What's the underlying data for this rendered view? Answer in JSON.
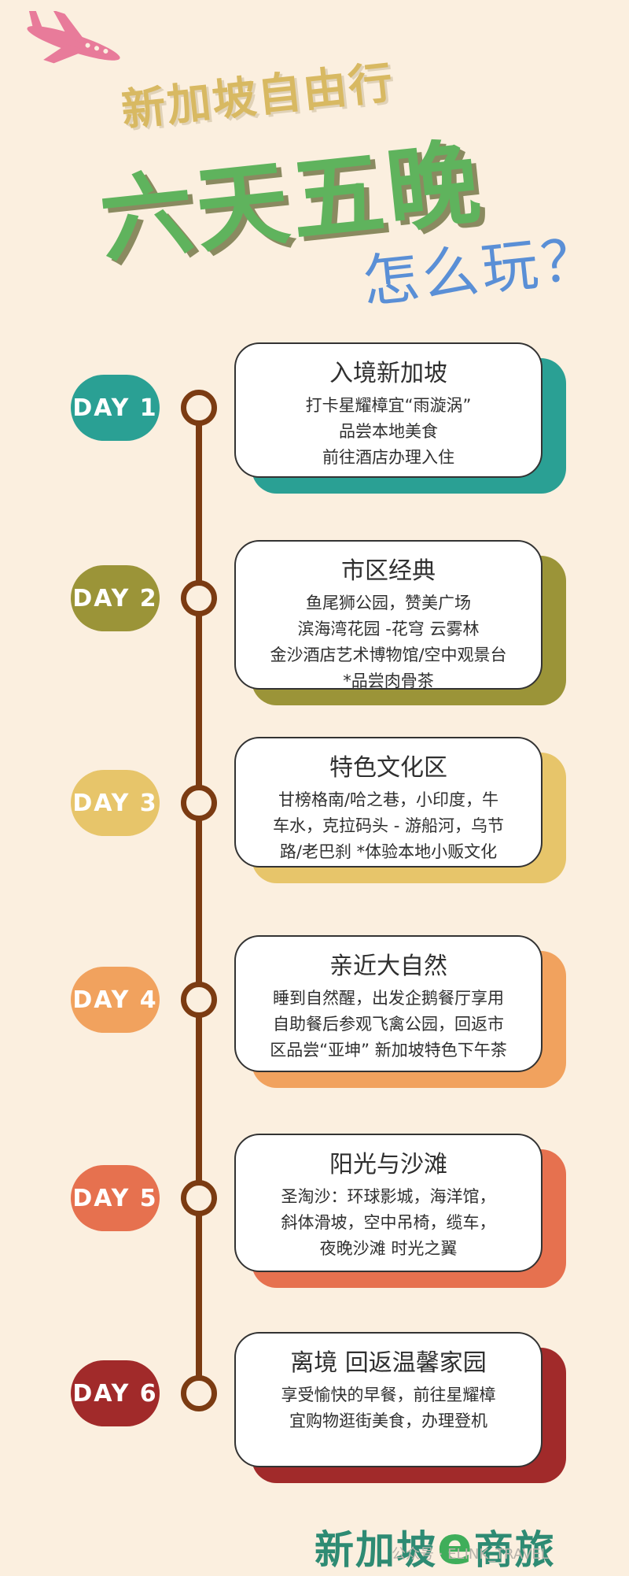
{
  "header": {
    "title_line1": "新加坡自由行",
    "title_line2": "六天五晚",
    "title_line3": "怎么玩？"
  },
  "colors": {
    "background": "#fbefdf",
    "timeline": "#7b3b12",
    "day1": "#2aa094",
    "day2": "#9b9438",
    "day3": "#e7c56a",
    "day4": "#f1a25e",
    "day5": "#e6714f",
    "day6": "#a12a2a"
  },
  "days": [
    {
      "label": "DAY 1",
      "title": "入境新加坡",
      "lines": [
        "打卡星耀樟宜“雨漩涡”",
        "品尝本地美食",
        "前往酒店办理入住"
      ]
    },
    {
      "label": "DAY 2",
      "title": "市区经典",
      "lines": [
        "鱼尾狮公园，赞美广场",
        "滨海湾花园 -花穹 云雾林",
        "金沙酒店艺术博物馆/空中观景台",
        "*品尝肉骨茶"
      ]
    },
    {
      "label": "DAY 3",
      "title": "特色文化区",
      "lines": [
        "甘榜格南/哈之巷，小印度，牛",
        "车水，克拉码头 - 游船河，乌节",
        "路/老巴刹 *体验本地小贩文化"
      ]
    },
    {
      "label": "DAY 4",
      "title": "亲近大自然",
      "lines": [
        "睡到自然醒，出发企鹅餐厅享用",
        "自助餐后参观飞禽公园，回返市",
        "区品尝“亚坤” 新加坡特色下午茶"
      ]
    },
    {
      "label": "DAY 5",
      "title": "阳光与沙滩",
      "lines": [
        "圣淘沙：环球影城，海洋馆，",
        "斜体滑坡，空中吊椅，缆车，",
        "夜晚沙滩 时光之翼"
      ]
    },
    {
      "label": "DAY 6",
      "title": "离境 回返温馨家园",
      "lines": [
        "享受愉快的早餐，前往星耀樟",
        "宜购物逛街美食，办理登机"
      ]
    }
  ],
  "footer": {
    "brand_part1": "新加坡",
    "brand_e": "e",
    "brand_part2": "商旅",
    "watermark": "公众号 · ELINK_TRAVEL"
  }
}
